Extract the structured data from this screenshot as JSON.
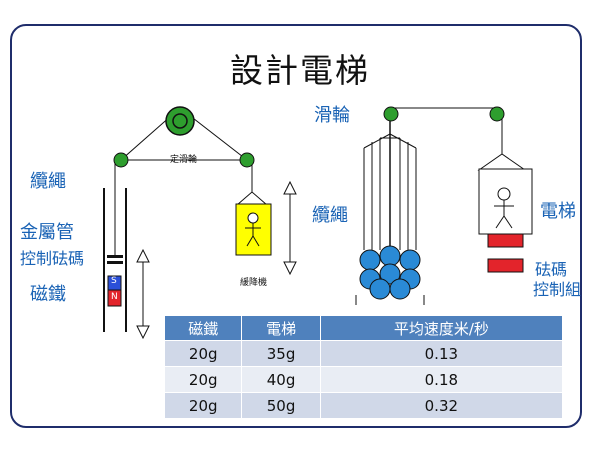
{
  "title": "設計電梯",
  "left_diagram": {
    "pulley_label": "定滑輪",
    "rope_label": "纜繩",
    "tube_label": "金屬管",
    "weight_control_label": "控制砝碼",
    "magnet_label": "磁鐵",
    "magnet_pole_s": "S",
    "magnet_pole_n": "N",
    "car_label": "緩降機"
  },
  "right_diagram": {
    "pulley_label": "滑輪",
    "rope_label": "纜繩",
    "elevator_label": "電梯",
    "weight_group_label_line1": "砝碼",
    "weight_group_label_line2": "控制組"
  },
  "colors": {
    "pulley_green": "#2e9e2e",
    "car_yellow": "#ffff00",
    "weight_red": "#e3242b",
    "sphere_blue": "#2a8ad6",
    "label_blue": "#1a63b5",
    "table_header": "#4f81bd"
  },
  "table": {
    "headers": [
      "磁鐵",
      "電梯",
      "平均速度米/秒"
    ],
    "rows": [
      [
        "20g",
        "35g",
        "0.13"
      ],
      [
        "20g",
        "40g",
        "0.18"
      ],
      [
        "20g",
        "50g",
        "0.32"
      ]
    ]
  }
}
